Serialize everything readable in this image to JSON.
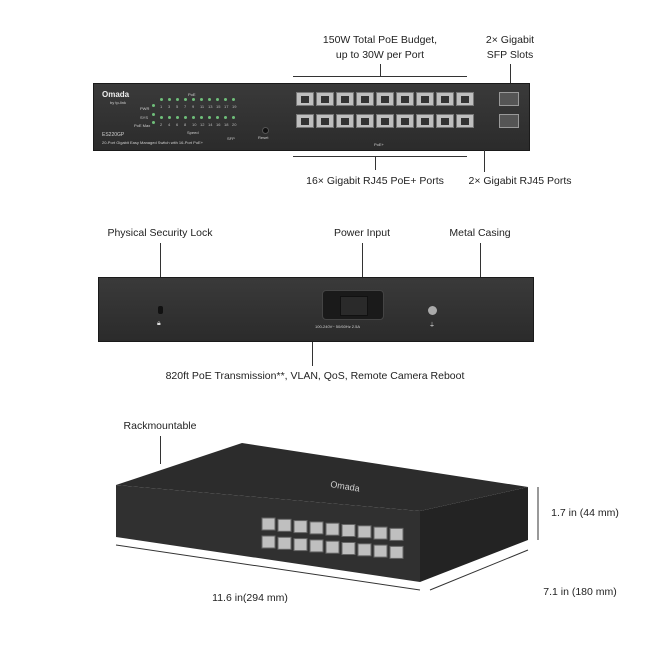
{
  "callouts": {
    "poe_budget_line1": "150W Total PoE Budget,",
    "poe_budget_line2": "up to 30W per Port",
    "sfp_line1": "2× Gigabit",
    "sfp_line2": "SFP Slots",
    "poe_ports": "16× Gigabit RJ45 PoE+ Ports",
    "rj45_ports": "2× Gigabit RJ45 Ports",
    "security_lock": "Physical Security Lock",
    "power_input": "Power Input",
    "metal_casing": "Metal Casing",
    "features": "820ft PoE Transmission**, VLAN, QoS, Remote Camera Reboot",
    "rackmountable": "Rackmountable",
    "height": "1.7 in (44 mm)",
    "width": "11.6 in(294 mm)",
    "depth": "7.1 in (180 mm)"
  },
  "front_panel": {
    "brand": "Omada",
    "sub_brand": "by tp-link",
    "model": "ES220GP",
    "description": "20-Port Gigabit Easy Managed Switch with 16-Port PoE+",
    "pwr": "PWR",
    "sys": "SYS",
    "poe_max": "PoE Max",
    "poe": "PoE",
    "speed": "Speed",
    "sfp": "SFP",
    "reset": "Reset",
    "top_ports": [
      "1",
      "3",
      "5",
      "7",
      "9",
      "11",
      "13",
      "15",
      "17",
      "19"
    ],
    "bottom_ports": [
      "2",
      "4",
      "6",
      "8",
      "10",
      "12",
      "14",
      "16",
      "18",
      "20"
    ],
    "poe_plus": "PoE+"
  },
  "rear_panel": {
    "power_rating": "100-240V~ 50/60Hz 2.5A"
  },
  "colors": {
    "chassis": "#2e2e2e",
    "led": "#6fbf7a",
    "port": "#bfbfbf"
  }
}
